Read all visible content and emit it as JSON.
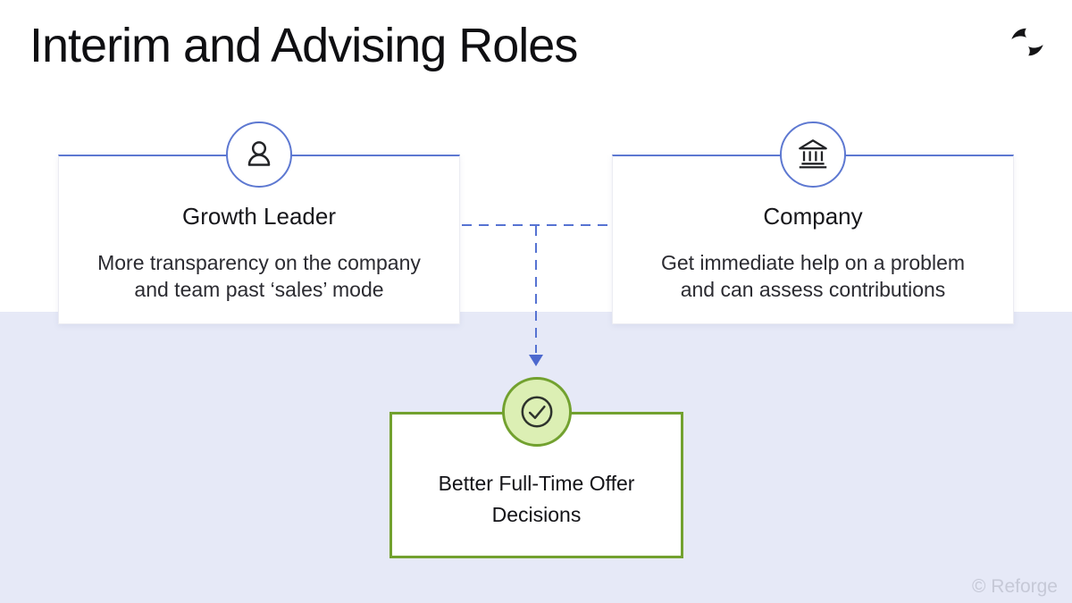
{
  "slide": {
    "title": "Interim and Advising Roles",
    "watermark": "© Reforge",
    "colors": {
      "accent_blue": "#5d78d1",
      "arrow_blue": "#4c68ce",
      "accent_green": "#72a12f",
      "green_fill": "#dcefb4",
      "section_bg": "#e6e9f7",
      "icon_dark": "#222326",
      "watermark_gray": "#c6c9d7"
    },
    "icons": {
      "logo": "reforge-logo-icon",
      "growth_leader": "person-icon",
      "company": "bank-icon",
      "outcome": "check-circle-icon",
      "connector": "arrow-down-icon"
    }
  },
  "cards": {
    "growth_leader": {
      "title": "Growth Leader",
      "description": "More transparency on the company and team past ‘sales’ mode"
    },
    "company": {
      "title": "Company",
      "description": "Get immediate help on a problem and can assess contributions"
    },
    "outcome": {
      "title": "Better Full-Time Offer Decisions"
    }
  }
}
